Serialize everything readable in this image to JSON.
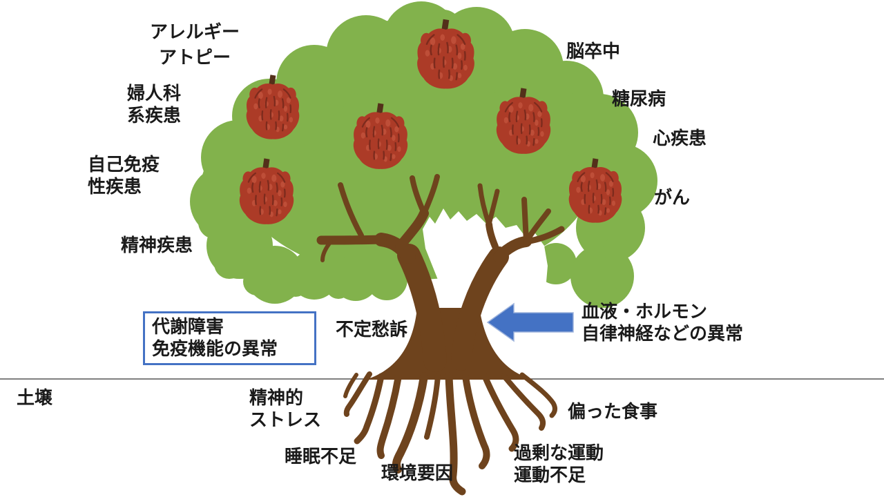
{
  "diagram": {
    "kind": "apple-tree-health-metaphor",
    "fruit_labels": {
      "allergy": "アレルギー\nアトピー",
      "gynecological": "婦人科\n系疾患",
      "autoimmune": "自己免疫\n性疾患",
      "psychiatric": "精神疾患",
      "stroke": "脳卒中",
      "diabetes": "糖尿病",
      "heart_disease": "心疾患",
      "cancer": "がん"
    },
    "trunk_labels": {
      "metabolic_box": "代謝障害\n免疫機能の異常",
      "indefinite_complaints": "不定愁訴",
      "blood_hormone": "血液・ホルモン\n自律神経などの異常"
    },
    "soil_labels": {
      "soil": "土壌",
      "mental_stress": "精神的\nストレス",
      "sleep_deprivation": "睡眠不足",
      "environmental_factors": "環境要因",
      "exercise": "過剰な運動\n運動不足",
      "unbalanced_diet": "偏った食事"
    },
    "icons": {
      "tree": "apple-tree-illustration",
      "apple": "red-apple-fruit",
      "apple_count": 6,
      "arrow": "left-pointing-block-arrow"
    },
    "colors": {
      "foliage_green": "#82B24C",
      "trunk_brown": "#6E431D",
      "apple_red": "#AC3B27",
      "apple_spot_light": "#BE4E38",
      "apple_mark_dark": "#7D2B1D",
      "apple_stem": "#53301A",
      "accent_blue": "#4472C4",
      "ground_line_gray": "#7F7F7F",
      "text_black": "#1A1A1A"
    }
  }
}
